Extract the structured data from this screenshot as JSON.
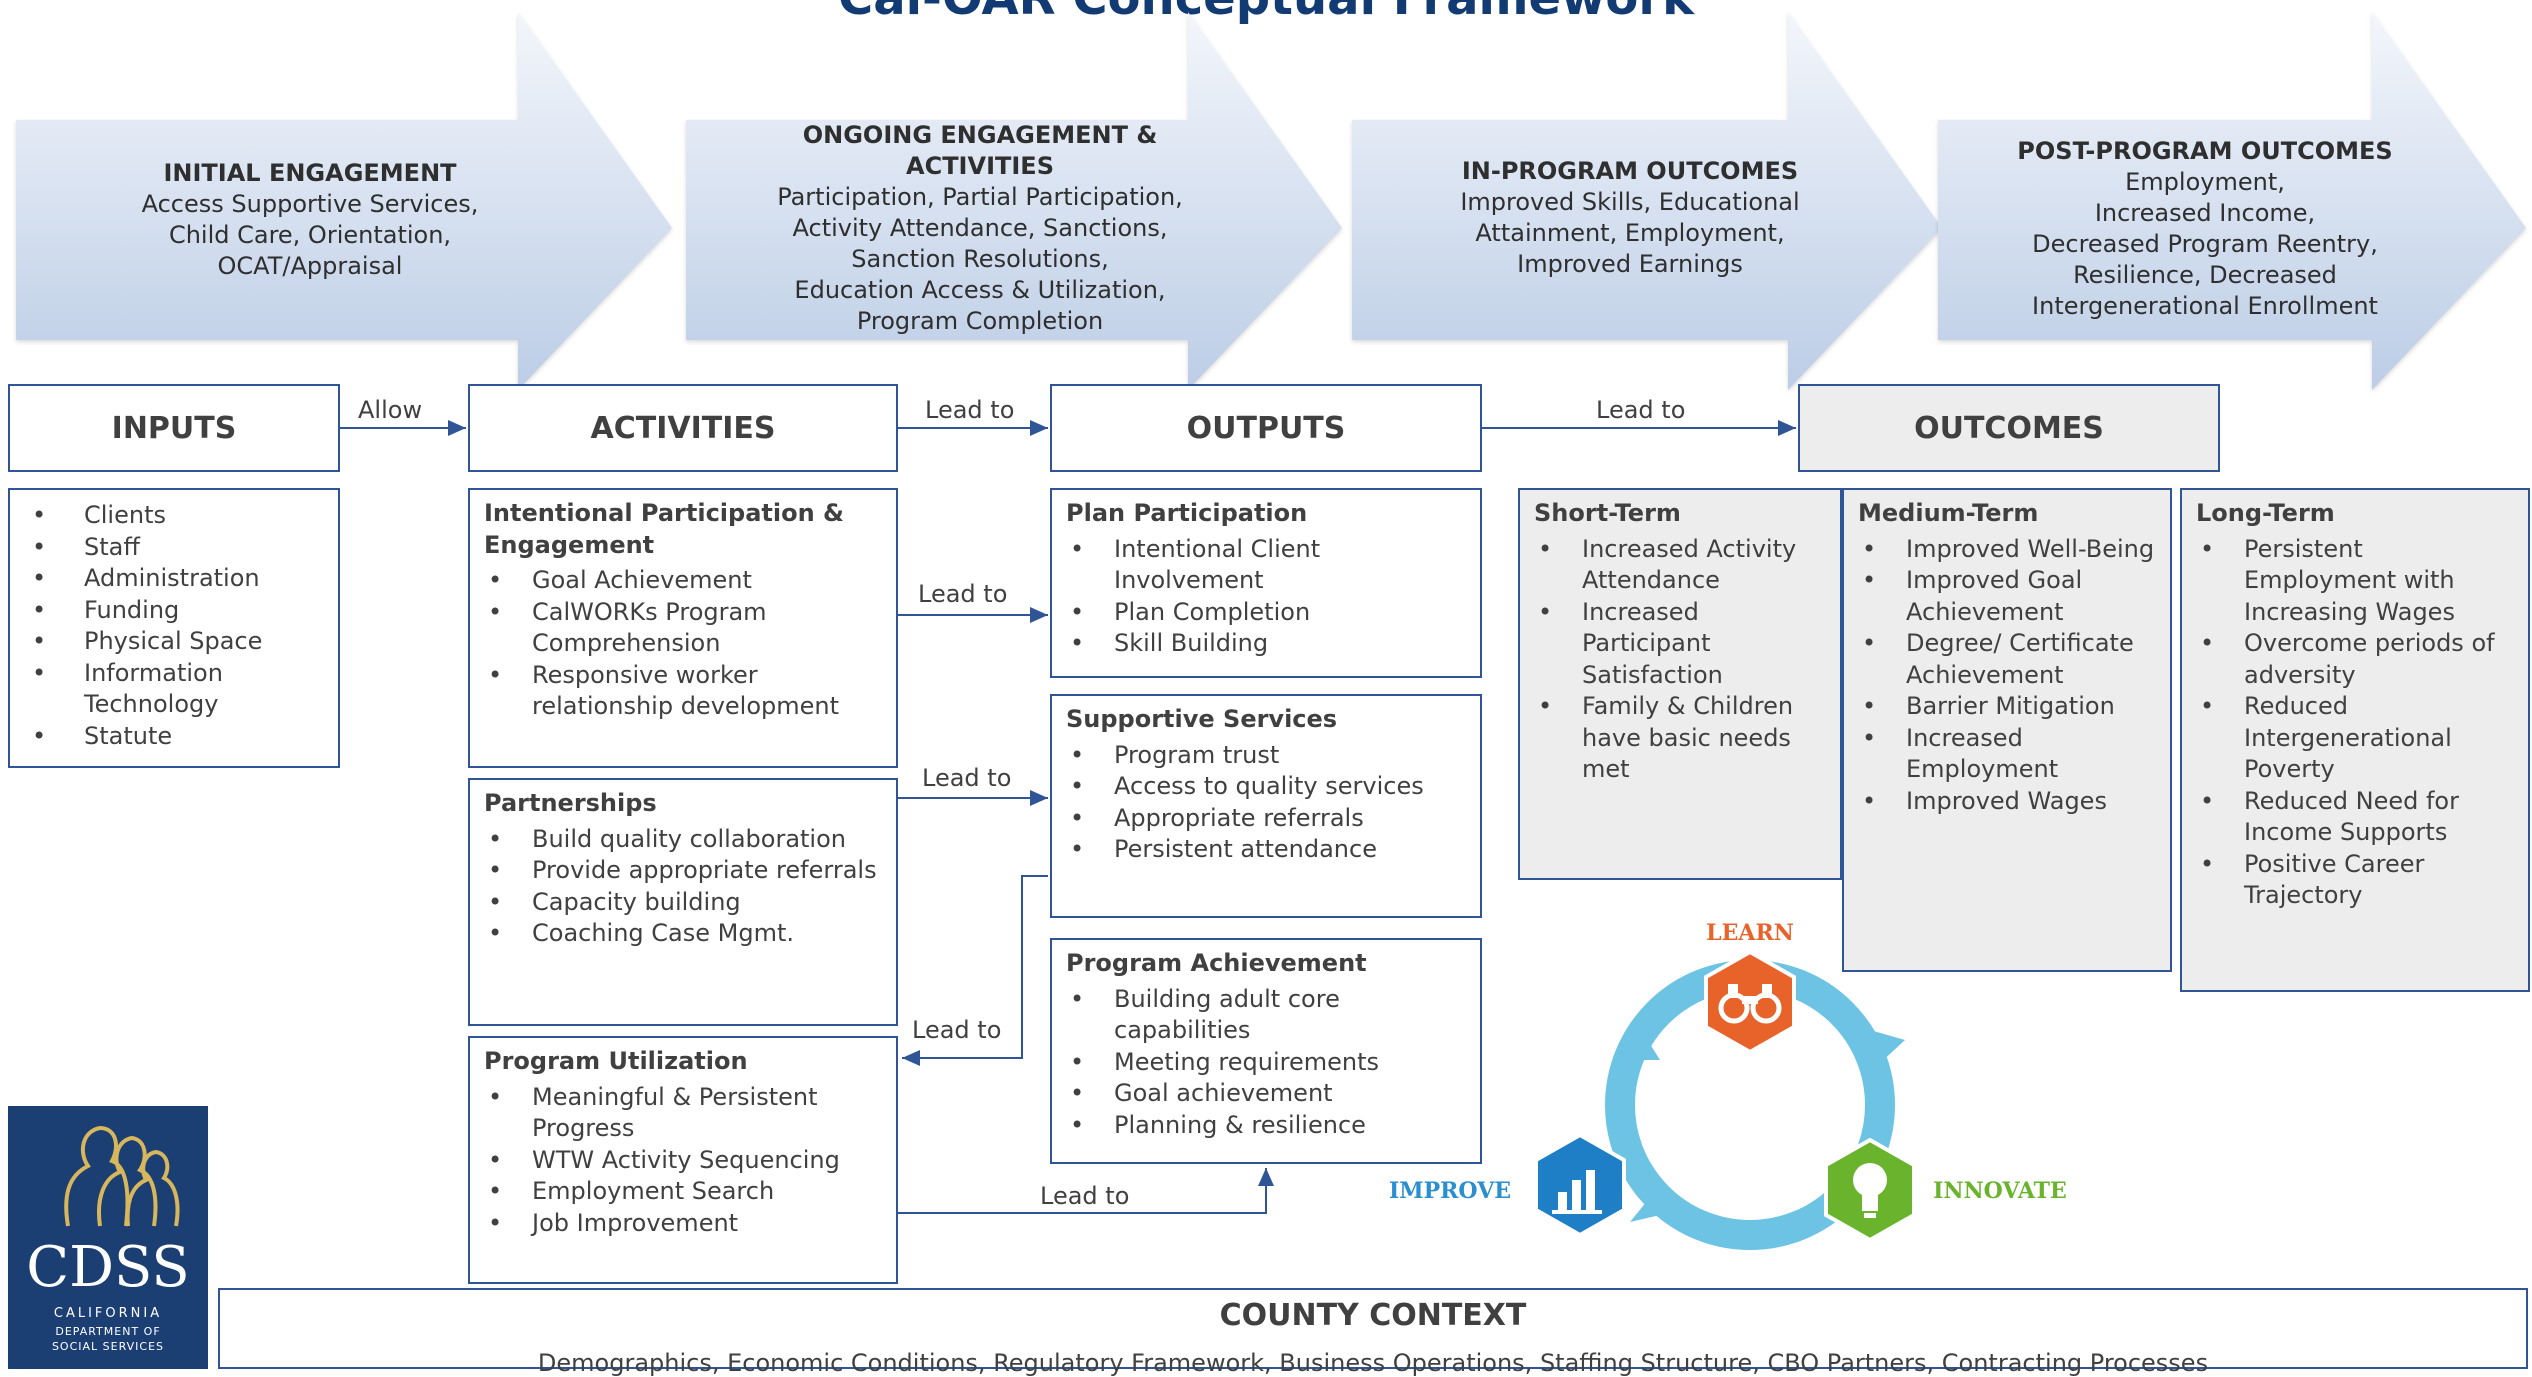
{
  "title": "Cal-OAR Conceptual Framework",
  "arrows": [
    {
      "heading": "INITIAL ENGAGEMENT",
      "lines": [
        "Access Supportive Services,",
        "Child Care, Orientation,",
        "OCAT/Appraisal"
      ]
    },
    {
      "heading": "ONGOING ENGAGEMENT &",
      "heading2": "ACTIVITIES",
      "lines": [
        "Participation, Partial Participation,",
        "Activity Attendance, Sanctions,",
        "Sanction Resolutions,",
        "Education Access & Utilization,",
        "Program Completion"
      ]
    },
    {
      "heading": "IN-PROGRAM OUTCOMES",
      "lines": [
        "Improved Skills, Educational",
        "Attainment, Employment,",
        "Improved Earnings"
      ]
    },
    {
      "heading": "POST-PROGRAM OUTCOMES",
      "lines": [
        "Employment,",
        "Increased Income,",
        "Decreased Program Reentry,",
        "Resilience, Decreased",
        "Intergenerational Enrollment"
      ]
    }
  ],
  "headers": {
    "inputs": "INPUTS",
    "activities": "ACTIVITIES",
    "outputs": "OUTPUTS",
    "outcomes": "OUTCOMES"
  },
  "connectors": {
    "allow": "Allow",
    "lead_to": "Lead to"
  },
  "inputs": [
    "Clients",
    "Staff",
    "Administration",
    "Funding",
    "Physical Space",
    "Information Technology",
    "Statute"
  ],
  "activities": [
    {
      "title": "Intentional Participation & Engagement",
      "items": [
        "Goal Achievement",
        "CalWORKs Program Comprehension",
        "Responsive worker relationship development"
      ]
    },
    {
      "title": "Partnerships",
      "items": [
        "Build quality collaboration",
        "Provide appropriate referrals",
        "Capacity building",
        "Coaching Case Mgmt."
      ]
    },
    {
      "title": "Program Utilization",
      "items": [
        "Meaningful & Persistent Progress",
        "WTW Activity Sequencing",
        "Employment Search",
        "Job Improvement"
      ]
    }
  ],
  "outputs": [
    {
      "title": "Plan Participation",
      "items": [
        "Intentional Client Involvement",
        "Plan Completion",
        "Skill Building"
      ]
    },
    {
      "title": "Supportive Services",
      "items": [
        "Program trust",
        "Access to quality services",
        "Appropriate referrals",
        "Persistent attendance"
      ]
    },
    {
      "title": "Program Achievement",
      "items": [
        "Building adult core capabilities",
        "Meeting requirements",
        "Goal achievement",
        "Planning & resilience"
      ]
    }
  ],
  "outcomes": [
    {
      "title": "Short-Term",
      "items": [
        "Increased Activity Attendance",
        "Increased Participant Satisfaction",
        "Family & Children have basic needs met"
      ]
    },
    {
      "title": "Medium-Term",
      "items": [
        "Improved Well-Being",
        "Improved Goal Achievement",
        "Degree/ Certificate Achievement",
        "Barrier Mitigation",
        "Increased Employment",
        "Improved Wages"
      ]
    },
    {
      "title": "Long-Term",
      "items": [
        "Persistent Employment with Increasing Wages",
        "Overcome periods of adversity",
        "Reduced Intergenerational Poverty",
        "Reduced Need for Income Supports",
        "Positive Career Trajectory"
      ]
    }
  ],
  "cycle": {
    "learn": "LEARN",
    "innovate": "INNOVATE",
    "improve": "IMPROVE"
  },
  "context": {
    "title": "COUNTY CONTEXT",
    "body": "Demographics, Economic Conditions, Regulatory Framework, Business Operations, Staffing Structure, CBO Partners, Contracting Processes"
  },
  "logo": {
    "abbr": "CDSS",
    "line1": "CALIFORNIA",
    "line2": "DEPARTMENT OF",
    "line3": "SOCIAL SERVICES"
  },
  "colors": {
    "border": "#2f5597",
    "arrow_fill_top": "#eef3fa",
    "arrow_fill_bottom": "#c3d3ea",
    "grey_box": "#ededed",
    "learn": "#e8632a",
    "innovate": "#6ab42d",
    "improve": "#1f7fc6",
    "ring": "#6cc3e4",
    "logo_bg": "#1b3f73"
  }
}
